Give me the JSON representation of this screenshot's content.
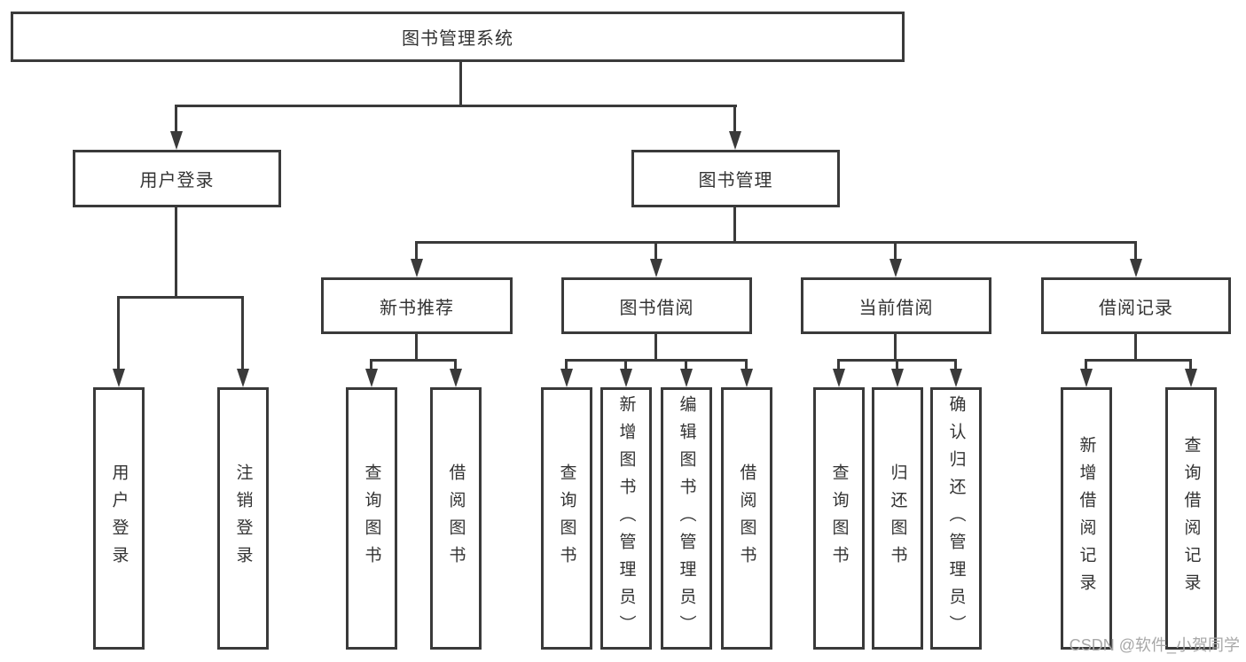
{
  "diagram": {
    "root": "图书管理系统",
    "user_login": {
      "label": "用户登录",
      "children": [
        "用户登录",
        "注销登录"
      ]
    },
    "book_mgmt": {
      "label": "图书管理",
      "sections": [
        {
          "label": "新书推荐",
          "children": [
            "查询图书",
            "借阅图书"
          ]
        },
        {
          "label": "图书借阅",
          "children": [
            "查询图书",
            "新增图书（管理员）",
            "编辑图书（管理员）",
            "借阅图书"
          ]
        },
        {
          "label": "当前借阅",
          "children": [
            "查询图书",
            "归还图书",
            "确认归还（管理员）"
          ]
        },
        {
          "label": "借阅记录",
          "children": [
            "新增借阅记录",
            "查询借阅记录"
          ]
        }
      ]
    },
    "colors": {
      "line": "#3a3a3a",
      "text": "#333333",
      "background": "#ffffff",
      "watermark": "#a8a8a8"
    }
  },
  "watermark": "CSDN @软件_小贺同学"
}
